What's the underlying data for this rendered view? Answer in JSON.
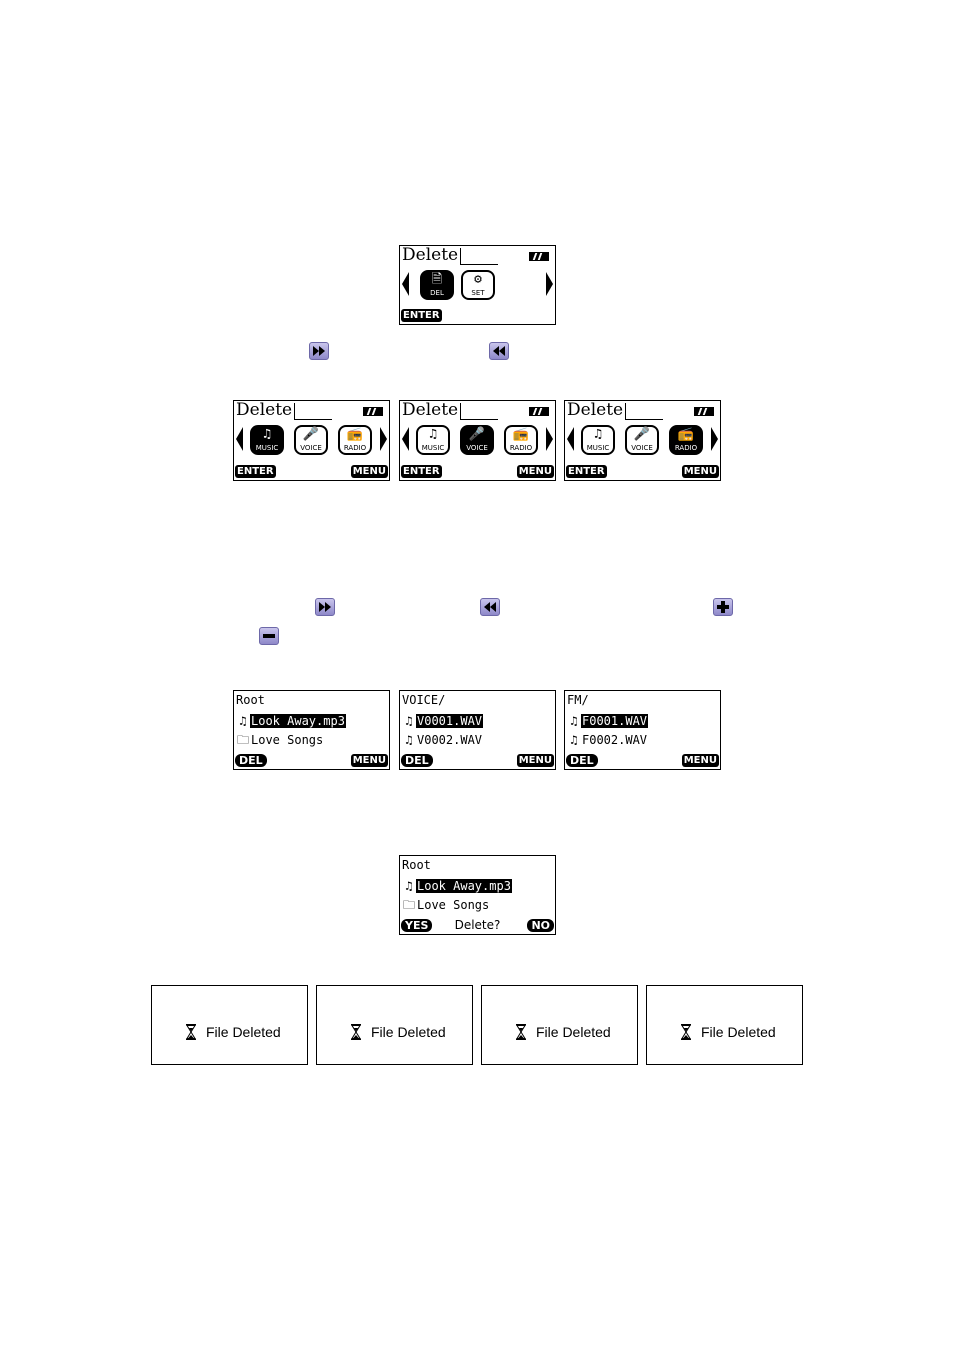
{
  "menu_screen": {
    "title": "Delete",
    "icons": [
      {
        "glyph": "🗎",
        "caption": "DEL"
      },
      {
        "glyph": "⚙",
        "caption": "SET"
      }
    ],
    "softkey_left": "ENTER"
  },
  "mode_screens": [
    {
      "title": "Delete",
      "selected": 0,
      "softkey_left": "ENTER",
      "softkey_right": "MENU"
    },
    {
      "title": "Delete",
      "selected": 1,
      "softkey_left": "ENTER",
      "softkey_right": "MENU"
    },
    {
      "title": "Delete",
      "selected": 2,
      "softkey_left": "ENTER",
      "softkey_right": "MENU"
    }
  ],
  "mode_icons": [
    {
      "glyph": "♫",
      "caption": "MUSIC"
    },
    {
      "glyph": "🎤",
      "caption": "VOICE"
    },
    {
      "glyph": "📻",
      "caption": "RADIO"
    }
  ],
  "file_screens": [
    {
      "path": "Root",
      "rows": [
        {
          "icon": "♫",
          "name": "Look Away.mp3",
          "hl": true
        },
        {
          "icon": "🗀",
          "name": "Love Songs",
          "hl": false
        }
      ],
      "softkey_left": "DEL",
      "softkey_right": "MENU"
    },
    {
      "path": "VOICE/",
      "rows": [
        {
          "icon": "♫",
          "name": "V0001.WAV",
          "hl": true
        },
        {
          "icon": "♫",
          "name": "V0002.WAV",
          "hl": false
        }
      ],
      "softkey_left": "DEL",
      "softkey_right": "MENU"
    },
    {
      "path": "FM/",
      "rows": [
        {
          "icon": "♫",
          "name": "F0001.WAV",
          "hl": true
        },
        {
          "icon": "♫",
          "name": "F0002.WAV",
          "hl": false
        }
      ],
      "softkey_left": "DEL",
      "softkey_right": "MENU"
    }
  ],
  "confirm_screen": {
    "path": "Root",
    "rows": [
      {
        "icon": "♫",
        "name": "Look Away.mp3",
        "hl": true
      },
      {
        "icon": "🗀",
        "name": "Love Songs",
        "hl": false
      }
    ],
    "softkey_left": "YES",
    "prompt": "Delete?",
    "softkey_right": "NO"
  },
  "deleted_message": "File Deleted",
  "buttons": [
    "fast-forward-icon",
    "rewind-icon",
    "plus-icon",
    "minus-icon"
  ]
}
